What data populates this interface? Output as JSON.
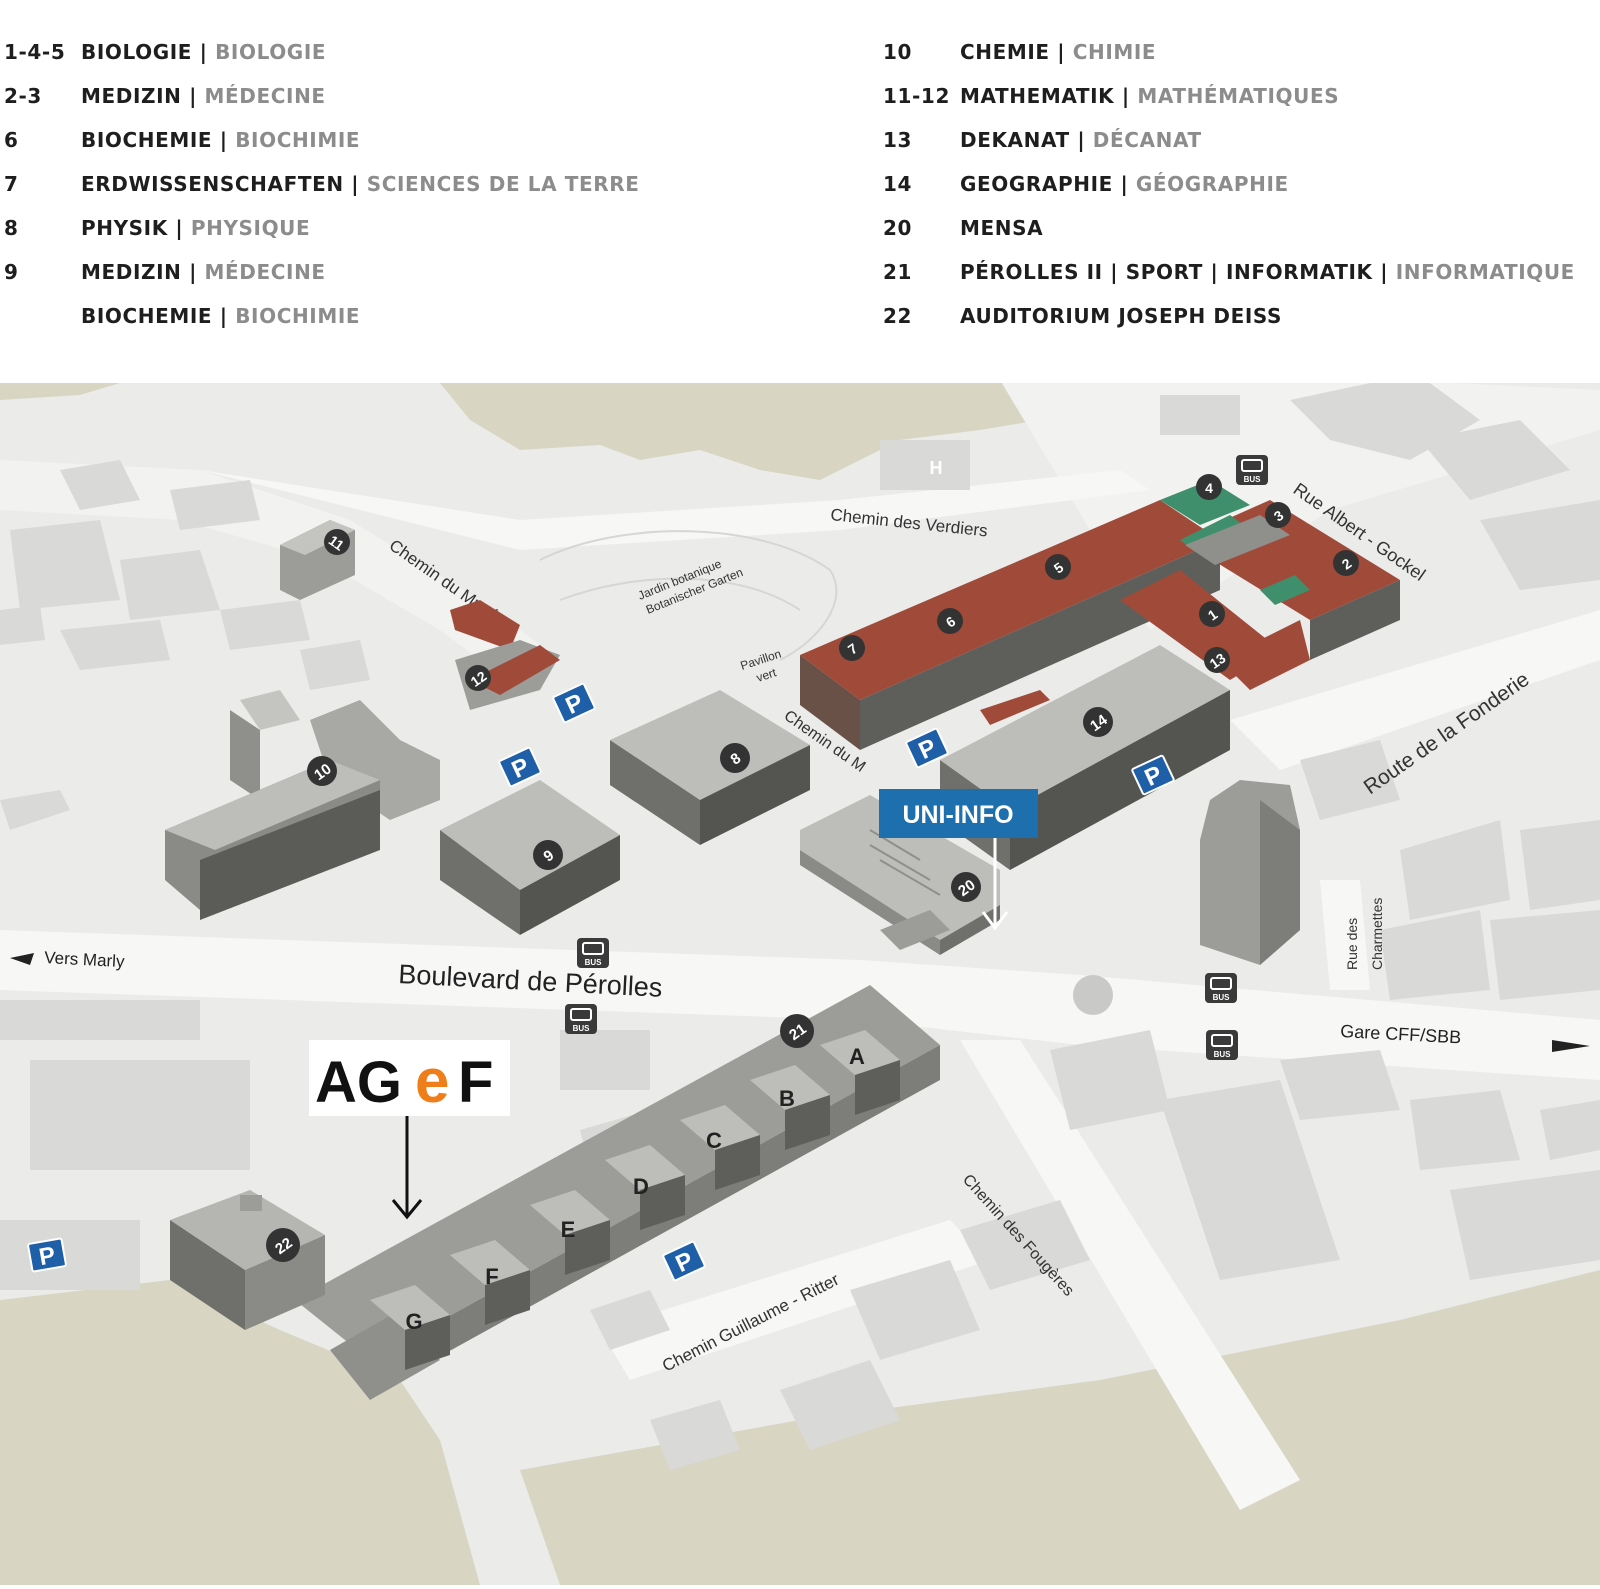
{
  "legend": {
    "left": [
      {
        "num": "1-4-5",
        "de": "BIOLOGIE",
        "fr": "BIOLOGIE"
      },
      {
        "num": "2-3",
        "de": "MEDIZIN",
        "fr": "MÉDECINE"
      },
      {
        "num": "6",
        "de": "BIOCHEMIE",
        "fr": "BIOCHIMIE"
      },
      {
        "num": "7",
        "de": "ERDWISSENSCHAFTEN",
        "fr": "SCIENCES DE LA TERRE"
      },
      {
        "num": "8",
        "de": "PHYSIK",
        "fr": "PHYSIQUE"
      },
      {
        "num": "9",
        "de": "MEDIZIN",
        "fr": "MÉDECINE"
      },
      {
        "num": "",
        "de": "BIOCHEMIE",
        "fr": "BIOCHIMIE"
      }
    ],
    "right": [
      {
        "num": "10",
        "de": "CHEMIE",
        "fr": "CHIMIE"
      },
      {
        "num": "11-12",
        "de": "MATHEMATIK",
        "fr": "MATHÉMATIQUES"
      },
      {
        "num": "13",
        "de": "DEKANAT",
        "fr": "DÉCANAT"
      },
      {
        "num": "14",
        "de": "GEOGRAPHIE",
        "fr": "GÉOGRAPHIE"
      },
      {
        "num": "20",
        "de": "MENSA",
        "fr": ""
      },
      {
        "num": "21",
        "de": "PÉROLLES II | SPORT | INFORMATIK",
        "fr": "INFORMATIQUE"
      },
      {
        "num": "22",
        "de": "AUDITORIUM JOSEPH DEISS",
        "fr": ""
      }
    ]
  },
  "map": {
    "streets": {
      "verdiers": "Chemin des Verdiers",
      "musee": "Chemin du Musée",
      "musee_short": "Chemin du M",
      "albert": "Rue Albert - Gockel",
      "fonderie": "Route de la Fonderie",
      "perolles": "Boulevard de Pérolles",
      "marly": "Vers Marly",
      "gare": "Gare CFF/SBB",
      "fougeres": "Chemin des Fougères",
      "ritter": "Chemin Guillaume - Ritter",
      "charmettes_1": "Rue des",
      "charmettes_2": "Charmettes"
    },
    "places": {
      "jardin_1": "Jardin botanique",
      "jardin_2": "Botanischer Garten",
      "pavillon_1": "Pavillon",
      "pavillon_2": "vert"
    },
    "uni_info": "UNI-INFO",
    "agef": {
      "part1": "AG",
      "part2": "e",
      "part3": "F"
    },
    "parking_label": "P",
    "bus_label": "BUS",
    "helipad_label": "H",
    "building_markers": {
      "b1": "1",
      "b2": "2",
      "b3": "3",
      "b4": "4",
      "b5": "5",
      "b6": "6",
      "b7": "7",
      "b8": "8",
      "b9": "9",
      "b10": "10",
      "b11": "11",
      "b12": "12",
      "b13": "13",
      "b14": "14",
      "b20": "20",
      "b21": "21",
      "b22": "22"
    },
    "wings": {
      "a": "A",
      "b": "B",
      "c": "C",
      "d": "D",
      "e": "E",
      "f": "F",
      "g": "G"
    },
    "colors": {
      "ground": "#ebebea",
      "road": "#f7f7f6",
      "block": "#d9d9d8",
      "grass": "#d8d6c3",
      "building": "#a8a8a5",
      "roof_red": "#a04a3a",
      "roof_green": "#3f8f6c",
      "parking": "#1f5fa8",
      "uni_info": "#1d6fad",
      "agef_orange": "#ef7d1a"
    }
  }
}
